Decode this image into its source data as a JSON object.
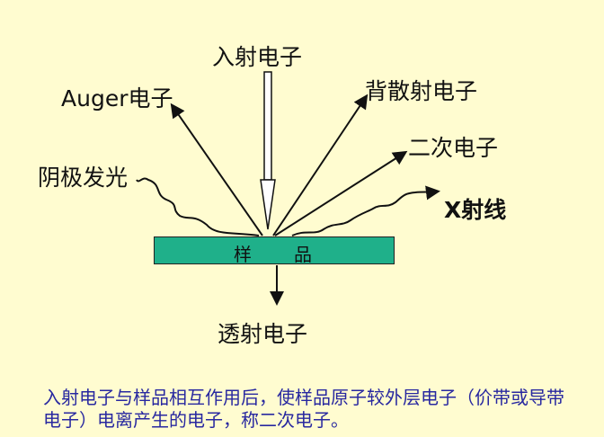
{
  "labels": {
    "incident": "入射电子",
    "auger": "Auger电子",
    "backscatter": "背散射电子",
    "secondary": "二次电子",
    "cathodoluminescence": "阴极发光",
    "xray": "X射线",
    "transmitted": "透射电子"
  },
  "sample": {
    "char1": "样",
    "char2": "品"
  },
  "caption": "入射电子与样品相互作用后，使样品原子较外层电子（价带或导带电子）电离产生的电子，称二次电子。",
  "colors": {
    "background": "#fffcd0",
    "sample": "#1fb08a",
    "caption": "#2828a0"
  }
}
